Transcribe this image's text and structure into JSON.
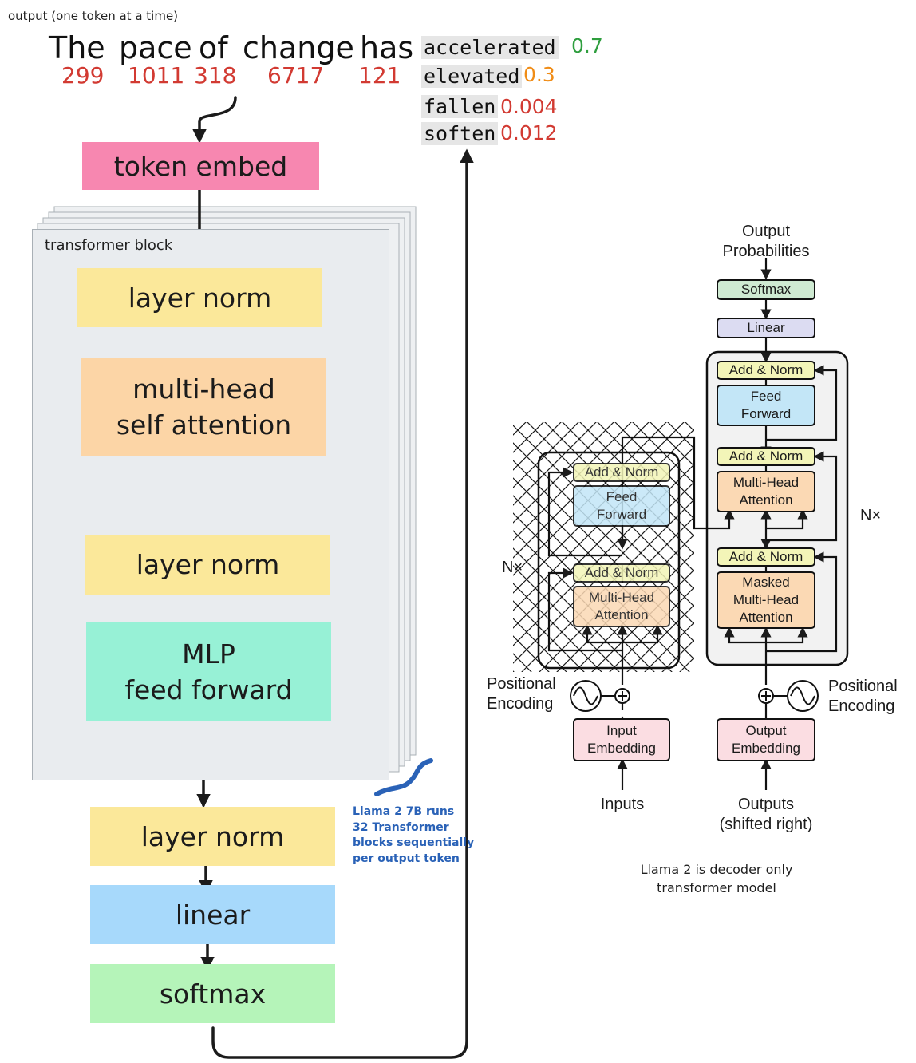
{
  "header": {
    "caption": "output (one token at a time)"
  },
  "sentence": {
    "words": [
      {
        "text": "The",
        "id": "299"
      },
      {
        "text": "pace",
        "id": "1011"
      },
      {
        "text": "of",
        "id": "318"
      },
      {
        "text": "change",
        "id": "6717"
      },
      {
        "text": "has",
        "id": "121"
      }
    ]
  },
  "candidates": [
    {
      "token": "accelerated",
      "prob": "0.7",
      "color": "#2e9e3e"
    },
    {
      "token": "elevated",
      "prob": "0.3",
      "color": "#f08c16"
    },
    {
      "token": "fallen",
      "prob": "0.004",
      "color": "#d23a32"
    },
    {
      "token": "soften",
      "prob": "0.012",
      "color": "#d23a32"
    }
  ],
  "pipeline": {
    "token_embed": "token embed",
    "block_label": "transformer block",
    "layer_norm_1": "layer norm",
    "attention_line1": "multi-head",
    "attention_line2": "self attention",
    "layer_norm_2": "layer norm",
    "mlp_line1": "MLP",
    "mlp_line2": "feed forward",
    "layer_norm_final": "layer norm",
    "linear": "linear",
    "softmax": "softmax",
    "colors": {
      "token_embed": "#f787b0",
      "layer_norm": "#fbe89a",
      "attention": "#fcd5a6",
      "mlp": "#97f1d6",
      "linear": "#a7d9fb",
      "softmax": "#b5f4b9"
    }
  },
  "note": {
    "lines": [
      "Llama 2 7B runs",
      "32 Transformer",
      "blocks sequentially",
      "per output token"
    ]
  },
  "architecture": {
    "output_probabilities_l1": "Output",
    "output_probabilities_l2": "Probabilities",
    "softmax": "Softmax",
    "linear": "Linear",
    "decoder": {
      "add_norm_top": "Add & Norm",
      "feed_forward_l1": "Feed",
      "feed_forward_l2": "Forward",
      "add_norm_mid": "Add & Norm",
      "mha_l1": "Multi-Head",
      "mha_l2": "Attention",
      "add_norm_bottom": "Add & Norm",
      "masked_l1": "Masked",
      "masked_l2": "Multi-Head",
      "masked_l3": "Attention",
      "nx": "N×"
    },
    "encoder": {
      "add_norm_top": "Add & Norm",
      "feed_forward_l1": "Feed",
      "feed_forward_l2": "Forward",
      "add_norm_bottom": "Add & Norm",
      "mha_l1": "Multi-Head",
      "mha_l2": "Attention",
      "nx": "N×"
    },
    "positional_left_l1": "Positional",
    "positional_left_l2": "Encoding",
    "positional_right_l1": "Positional",
    "positional_right_l2": "Encoding",
    "input_embedding_l1": "Input",
    "input_embedding_l2": "Embedding",
    "output_embedding_l1": "Output",
    "output_embedding_l2": "Embedding",
    "inputs": "Inputs",
    "outputs_l1": "Outputs",
    "outputs_l2": "(shifted right)",
    "colors": {
      "add_norm": "#f3f5b8",
      "feed_forward": "#c3e6f7",
      "attention": "#fbd9b4",
      "embedding": "#fbdde2",
      "linear": "#dcdcf2",
      "softmax": "#cfead2"
    }
  },
  "caption": {
    "line1": "Llama 2 is decoder only",
    "line2": "transformer model"
  }
}
